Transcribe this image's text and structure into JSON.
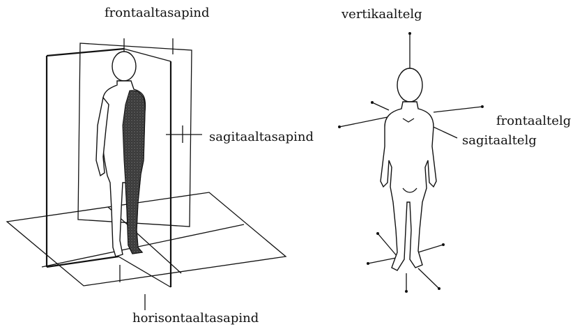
{
  "diagram": {
    "labels": {
      "frontal_plane": "frontaaltasapind",
      "sagittal_plane": "sagitaaltasapind",
      "horizontal_plane": "horisontaaltasapind",
      "vertical_axis": "vertikaaltelg",
      "frontal_axis": "frontaaltelg",
      "sagittal_axis": "sagitaaltelg"
    },
    "colors": {
      "line": "#111111",
      "shaded_half": "#3a3a3a",
      "background": "#ffffff"
    }
  }
}
